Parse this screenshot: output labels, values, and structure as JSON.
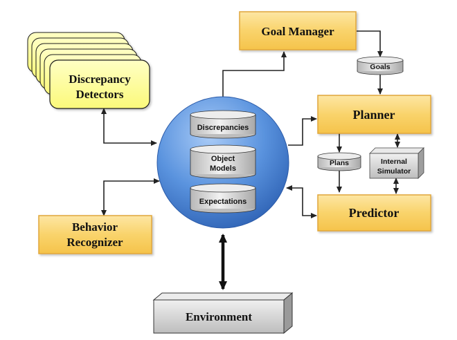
{
  "nodes": {
    "goal_manager": "Goal Manager",
    "discrepancy_detectors": [
      "Discrepancy",
      "Detectors"
    ],
    "planner": "Planner",
    "predictor": "Predictor",
    "behavior_recognizer": [
      "Behavior",
      "Recognizer"
    ],
    "environment": "Environment",
    "internal_simulator": [
      "Internal",
      "Simulator"
    ]
  },
  "stores": {
    "goals": "Goals",
    "plans": "Plans",
    "discrepancies": "Discrepancies",
    "object_models": [
      "Object",
      "Models"
    ],
    "expectations": "Expectations"
  },
  "colors": {
    "orange_box": "#f9d36b",
    "orange_stroke": "#e0a63a",
    "yellow_box": "#fdfd8e",
    "yellow_stroke": "#d9c43a",
    "sphere": "#4f86d6",
    "cylinder": "#d8d8d8",
    "block": "#d4d4d4",
    "arrow": "#222222"
  }
}
